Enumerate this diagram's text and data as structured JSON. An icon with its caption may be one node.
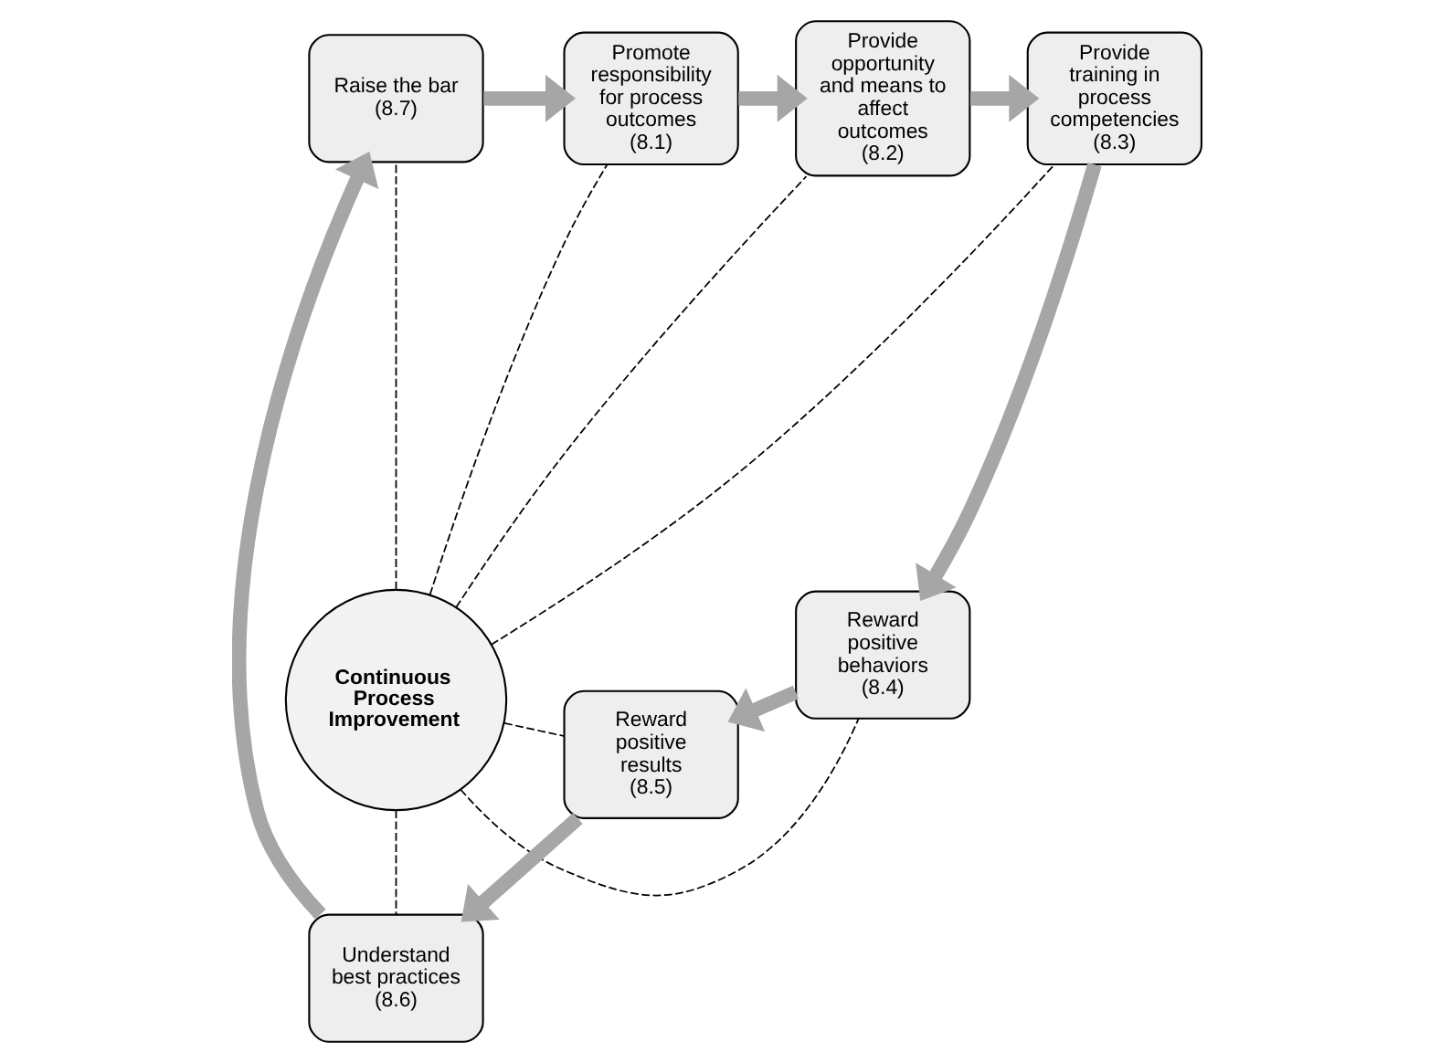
{
  "diagram": {
    "nodes": [
      {
        "text": [
          "Promote responsibility for process outcomes",
          "(8.1)"
        ]
      },
      {
        "text": [
          "Provide opportunity and means to affect outcomes",
          "(8.2)"
        ]
      },
      {
        "text": [
          "Provide training in process competencies",
          "(8.3)"
        ]
      },
      {
        "text": [
          "Reward positive behaviors",
          "(8.4)"
        ]
      },
      {
        "text": [
          "Reward positive results",
          "(8.5)"
        ]
      },
      {
        "text": [
          "Understand best practices",
          "(8.6)"
        ]
      },
      {
        "text": [
          "Raise the bar",
          "(8.7)"
        ]
      },
      {
        "text": [
          "Continuous Process Improvement"
        ]
      }
    ],
    "edges": [
      {
        "from": 0,
        "to": 1,
        "arrow": "to",
        "style": "thick",
        "color": "#a6a6a6"
      },
      {
        "from": 1,
        "to": 2,
        "arrow": "to",
        "style": "thick",
        "color": "#a6a6a6"
      },
      {
        "from": 2,
        "to": 3,
        "arrow": "to",
        "style": "thick",
        "color": "#a6a6a6"
      },
      {
        "from": 3,
        "to": 4,
        "arrow": "to",
        "style": "thick",
        "color": "#a6a6a6"
      },
      {
        "from": 4,
        "to": 5,
        "arrow": "to",
        "style": "thick",
        "color": "#a6a6a6"
      },
      {
        "from": 5,
        "to": 6,
        "arrow": "to",
        "style": "thick",
        "color": "#a6a6a6"
      },
      {
        "from": 6,
        "to": 0,
        "arrow": "to",
        "style": "thick",
        "color": "#a6a6a6"
      },
      {
        "from": 7,
        "to": 0,
        "arrow": "none",
        "style": "dashed",
        "color": "#000000"
      },
      {
        "from": 7,
        "to": 1,
        "arrow": "none",
        "style": "dashed",
        "color": "#000000"
      },
      {
        "from": 7,
        "to": 2,
        "arrow": "none",
        "style": "dashed",
        "color": "#000000"
      },
      {
        "from": 7,
        "to": 3,
        "arrow": "none",
        "style": "dashed",
        "color": "#000000"
      },
      {
        "from": 7,
        "to": 4,
        "arrow": "none",
        "style": "dashed",
        "color": "#000000"
      },
      {
        "from": 7,
        "to": 5,
        "arrow": "none",
        "style": "dashed",
        "color": "#000000"
      },
      {
        "from": 7,
        "to": 6,
        "arrow": "none",
        "style": "dashed",
        "color": "#000000"
      }
    ]
  }
}
